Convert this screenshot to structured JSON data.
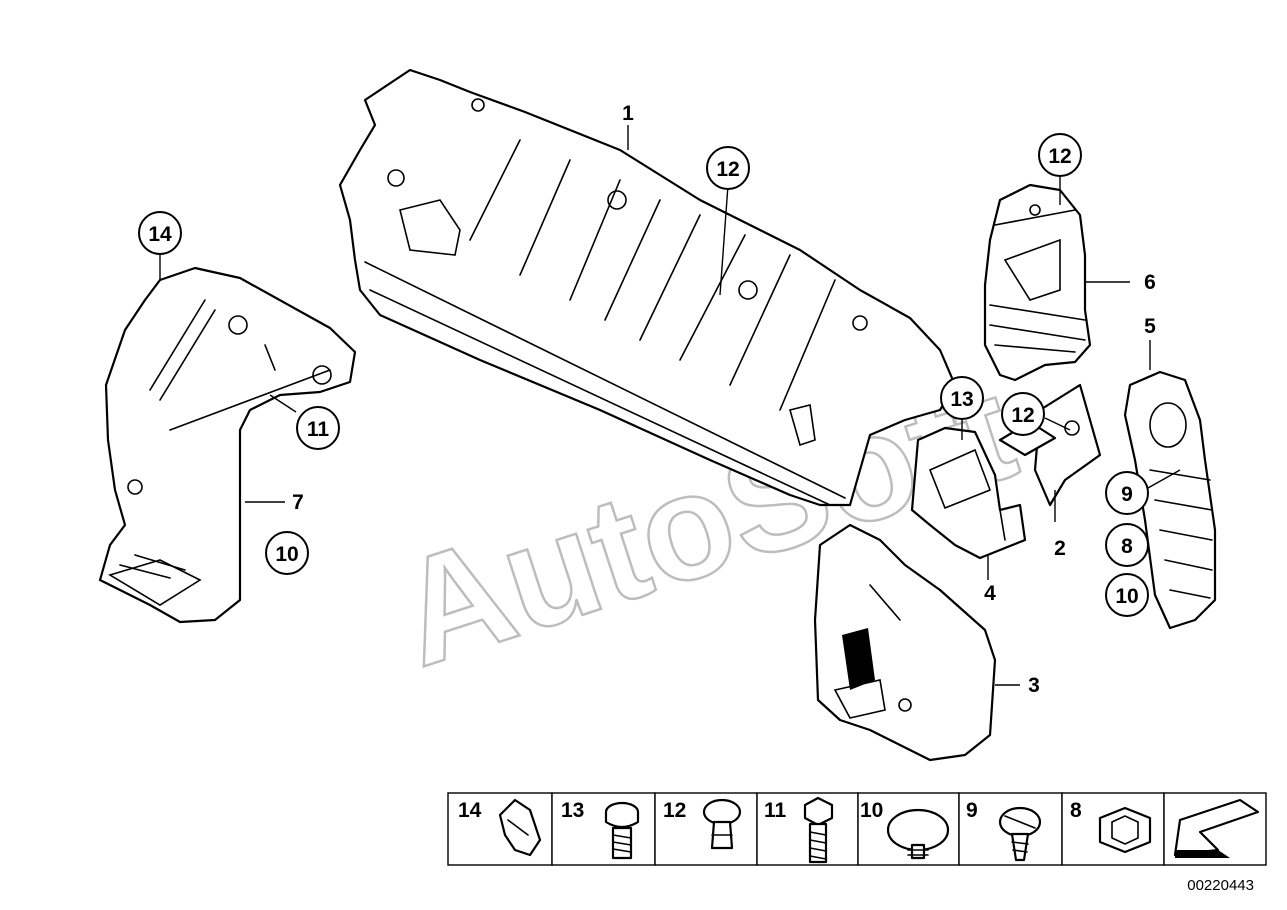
{
  "callouts": {
    "c1": "1",
    "c2": "2",
    "c3": "3",
    "c4": "4",
    "c5": "5",
    "c6": "6",
    "c7": "7",
    "c8": "8",
    "c9": "9",
    "c10a": "10",
    "c10b": "10",
    "c11": "11",
    "c12a": "12",
    "c12b": "12",
    "c12c": "12",
    "c13": "13",
    "c14": "14"
  },
  "legend": {
    "items": [
      "14",
      "13",
      "12",
      "11",
      "10",
      "9",
      "8"
    ]
  },
  "watermark": "AutoSoft",
  "doc_number": "00220443"
}
